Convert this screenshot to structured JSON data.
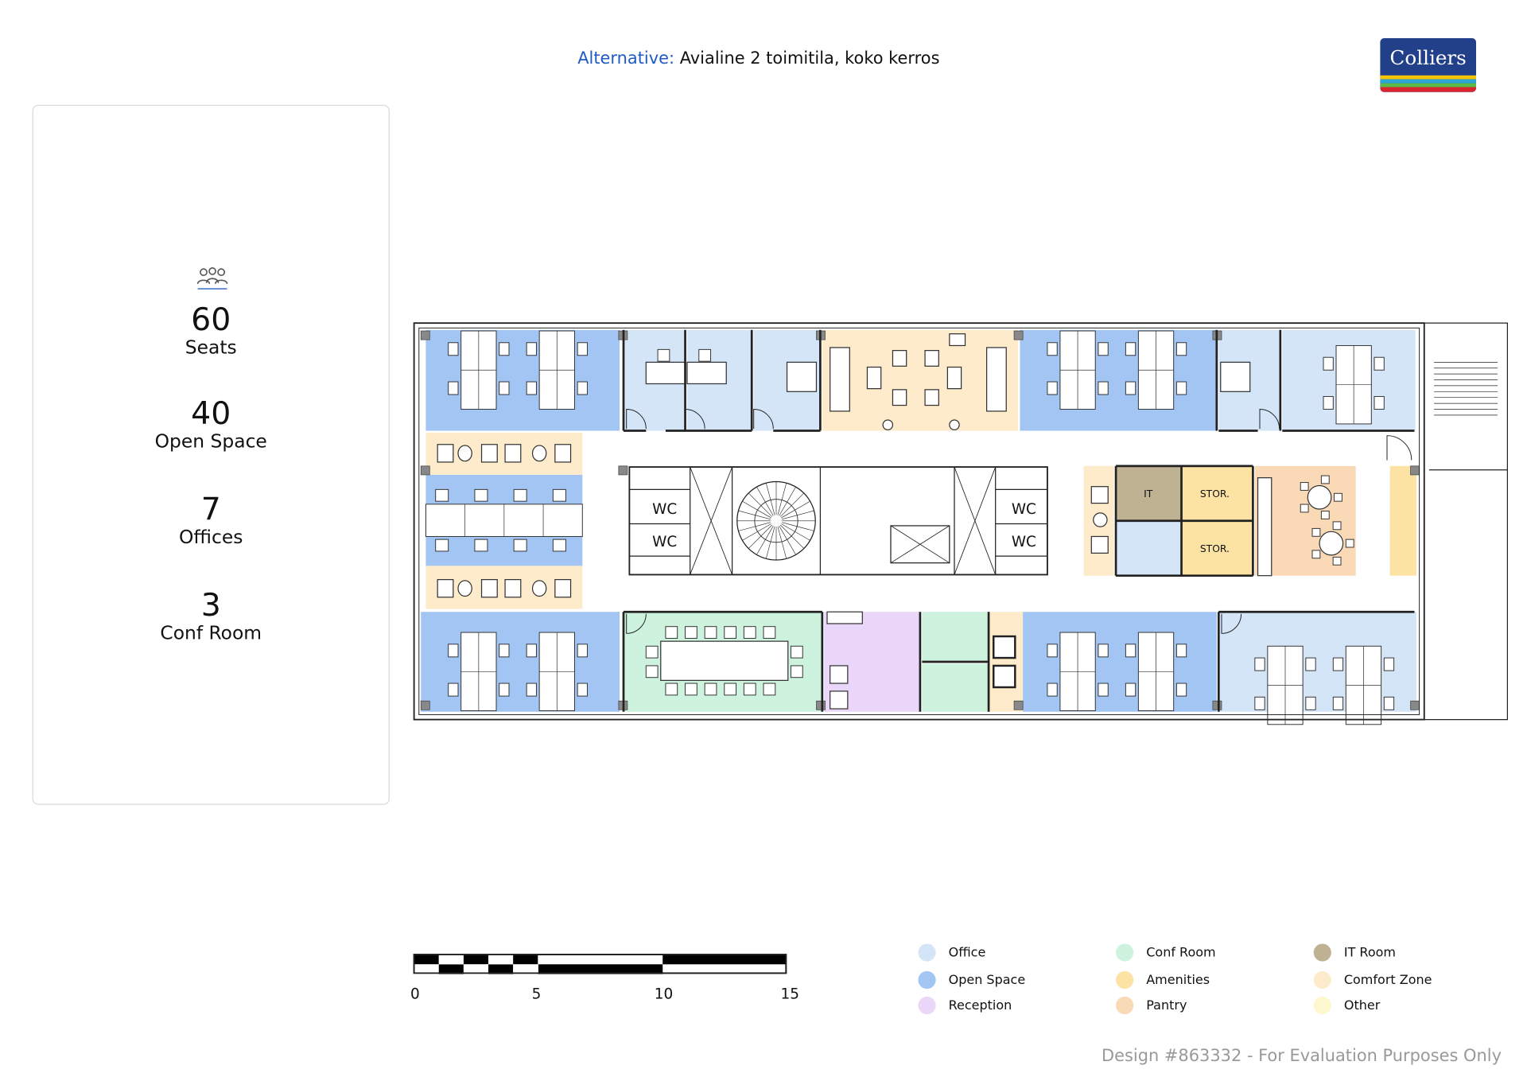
{
  "header": {
    "title_prefix": "Alternative:",
    "title": " Avialine 2 toimitila, koko kerros",
    "logo_text": "Colliers"
  },
  "summary": {
    "icon": "people-icon",
    "stats": [
      {
        "value": "60",
        "label": "Seats"
      },
      {
        "value": "40",
        "label": "Open Space"
      },
      {
        "value": "7",
        "label": "Offices"
      },
      {
        "value": "3",
        "label": "Conf Room"
      }
    ]
  },
  "floorplan": {
    "labels": {
      "wc": "WC",
      "it": "IT",
      "stor": "STOR."
    }
  },
  "scale_bar": {
    "ticks": [
      "0",
      "5",
      "10",
      "15"
    ]
  },
  "legend": [
    {
      "label": "Office",
      "color": "#d5e5f8"
    },
    {
      "label": "Open Space",
      "color": "#a3c5f4"
    },
    {
      "label": "Reception",
      "color": "#ead6f8"
    },
    {
      "label": "Conf Room",
      "color": "#cdf3de"
    },
    {
      "label": "Amenities",
      "color": "#fde3a3"
    },
    {
      "label": "Pantry",
      "color": "#f9d9b6"
    },
    {
      "label": "IT Room",
      "color": "#bfb293"
    },
    {
      "label": "Comfort Zone",
      "color": "#fdebcb"
    },
    {
      "label": "Other",
      "color": "#fdf8cf"
    }
  ],
  "footer": "Design #863332 - For Evaluation Purposes Only"
}
